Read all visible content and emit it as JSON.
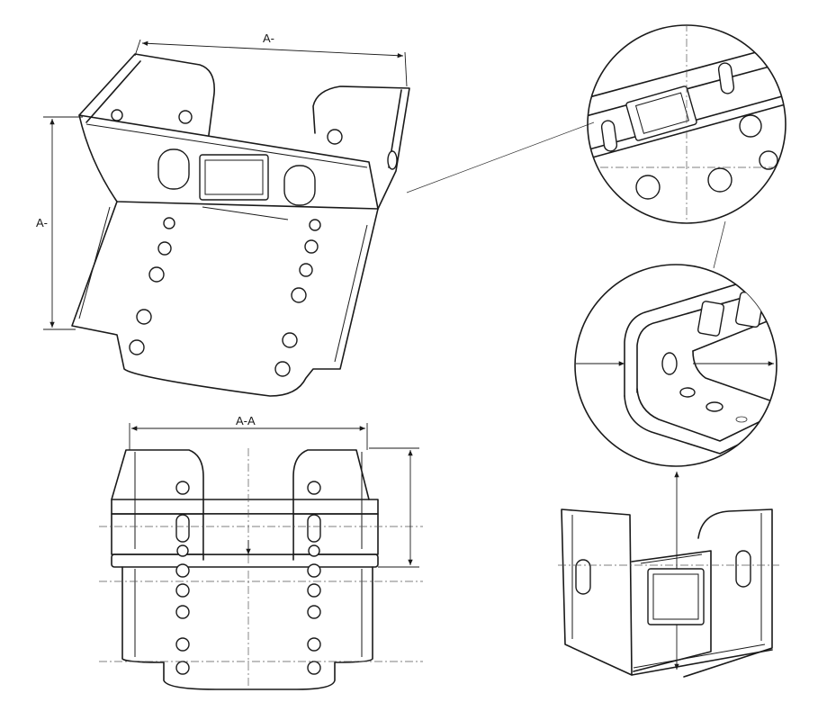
{
  "labels": {
    "iso_width_dim": "A-",
    "iso_height_dim": "A-",
    "front_section_dim": "A-A"
  }
}
